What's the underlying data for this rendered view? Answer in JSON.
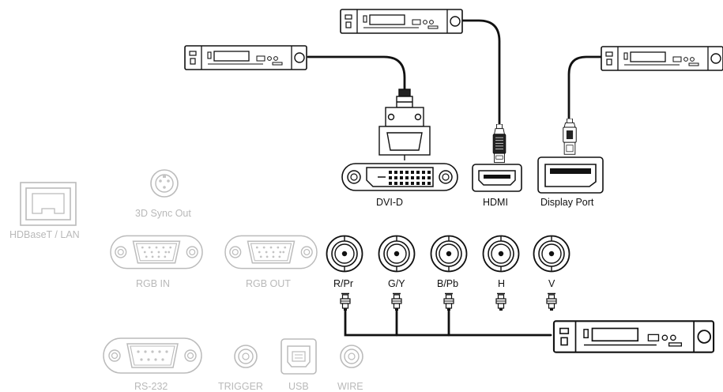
{
  "header_fragment": "",
  "labels": {
    "dvi": "DVI-D",
    "hdmi": "HDMI",
    "displayport": "Display Port",
    "sync3d": "3D Sync Out",
    "hdbaset": "HDBaseT / LAN",
    "rgb_in": "RGB IN",
    "rgb_out": "RGB OUT",
    "rpr": "R/Pr",
    "gy": "G/Y",
    "bpb": "B/Pb",
    "h": "H",
    "v": "V",
    "rs232": "RS-232",
    "trigger": "TRIGGER",
    "usb": "USB",
    "wire": "WIRE"
  },
  "colors": {
    "active": "#111111",
    "inactive": "#b9b9b9"
  },
  "icons": [
    "video-source-device-icon",
    "dvi-port-icon",
    "dvi-connector-icon",
    "hdmi-port-icon",
    "hdmi-connector-icon",
    "displayport-port-icon",
    "displayport-connector-icon",
    "bnc-port-icon",
    "bnc-connector-icon",
    "rj45-port-icon",
    "vga-port-icon",
    "serial-port-icon",
    "usb-port-icon",
    "audio-jack-icon",
    "mini-din-icon"
  ]
}
